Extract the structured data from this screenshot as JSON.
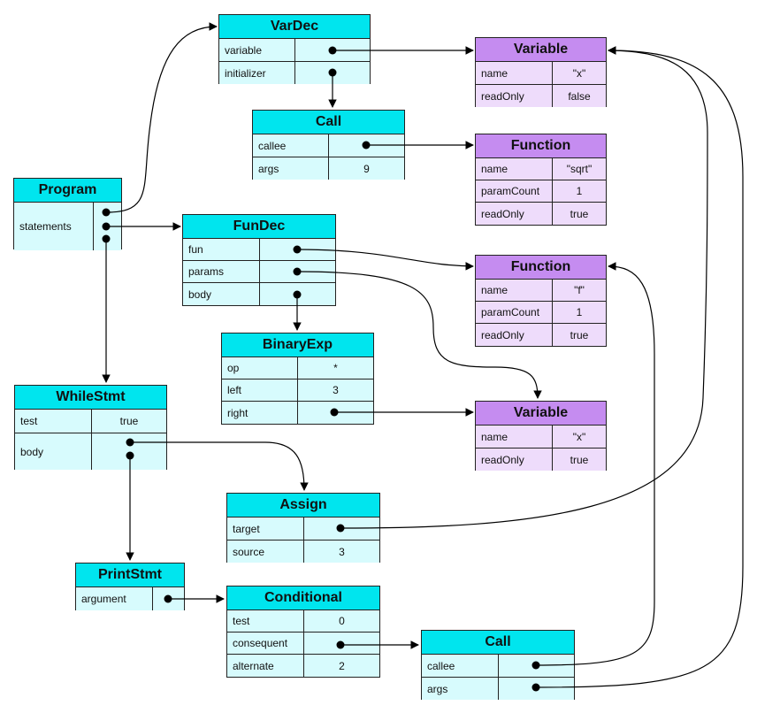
{
  "colors": {
    "node_header": "#00e5ee",
    "node_body": "#d7fbfd",
    "entity_header": "#c58cf0",
    "entity_body": "#eedcfb",
    "line": "#000000"
  },
  "nodes": {
    "program": {
      "title": "Program",
      "fields": [
        {
          "k": "statements",
          "v": ""
        }
      ]
    },
    "vardec": {
      "title": "VarDec",
      "fields": [
        {
          "k": "variable",
          "v": ""
        },
        {
          "k": "initializer",
          "v": ""
        }
      ]
    },
    "call1": {
      "title": "Call",
      "fields": [
        {
          "k": "callee",
          "v": ""
        },
        {
          "k": "args",
          "v": "9"
        }
      ]
    },
    "fundec": {
      "title": "FunDec",
      "fields": [
        {
          "k": "fun",
          "v": ""
        },
        {
          "k": "params",
          "v": ""
        },
        {
          "k": "body",
          "v": ""
        }
      ]
    },
    "binaryexp": {
      "title": "BinaryExp",
      "fields": [
        {
          "k": "op",
          "v": "*"
        },
        {
          "k": "left",
          "v": "3"
        },
        {
          "k": "right",
          "v": ""
        }
      ]
    },
    "whilestmt": {
      "title": "WhileStmt",
      "fields": [
        {
          "k": "test",
          "v": "true"
        },
        {
          "k": "body",
          "v": ""
        }
      ]
    },
    "assign": {
      "title": "Assign",
      "fields": [
        {
          "k": "target",
          "v": ""
        },
        {
          "k": "source",
          "v": "3"
        }
      ]
    },
    "printstmt": {
      "title": "PrintStmt",
      "fields": [
        {
          "k": "argument",
          "v": ""
        }
      ]
    },
    "conditional": {
      "title": "Conditional",
      "fields": [
        {
          "k": "test",
          "v": "0"
        },
        {
          "k": "consequent",
          "v": ""
        },
        {
          "k": "alternate",
          "v": "2"
        }
      ]
    },
    "call2": {
      "title": "Call",
      "fields": [
        {
          "k": "callee",
          "v": ""
        },
        {
          "k": "args",
          "v": ""
        }
      ]
    },
    "variable1": {
      "title": "Variable",
      "fields": [
        {
          "k": "name",
          "v": "\"x\""
        },
        {
          "k": "readOnly",
          "v": "false"
        }
      ]
    },
    "function1": {
      "title": "Function",
      "fields": [
        {
          "k": "name",
          "v": "\"sqrt\""
        },
        {
          "k": "paramCount",
          "v": "1"
        },
        {
          "k": "readOnly",
          "v": "true"
        }
      ]
    },
    "function2": {
      "title": "Function",
      "fields": [
        {
          "k": "name",
          "v": "\"f\""
        },
        {
          "k": "paramCount",
          "v": "1"
        },
        {
          "k": "readOnly",
          "v": "true"
        }
      ]
    },
    "variable2": {
      "title": "Variable",
      "fields": [
        {
          "k": "name",
          "v": "\"x\""
        },
        {
          "k": "readOnly",
          "v": "true"
        }
      ]
    }
  }
}
